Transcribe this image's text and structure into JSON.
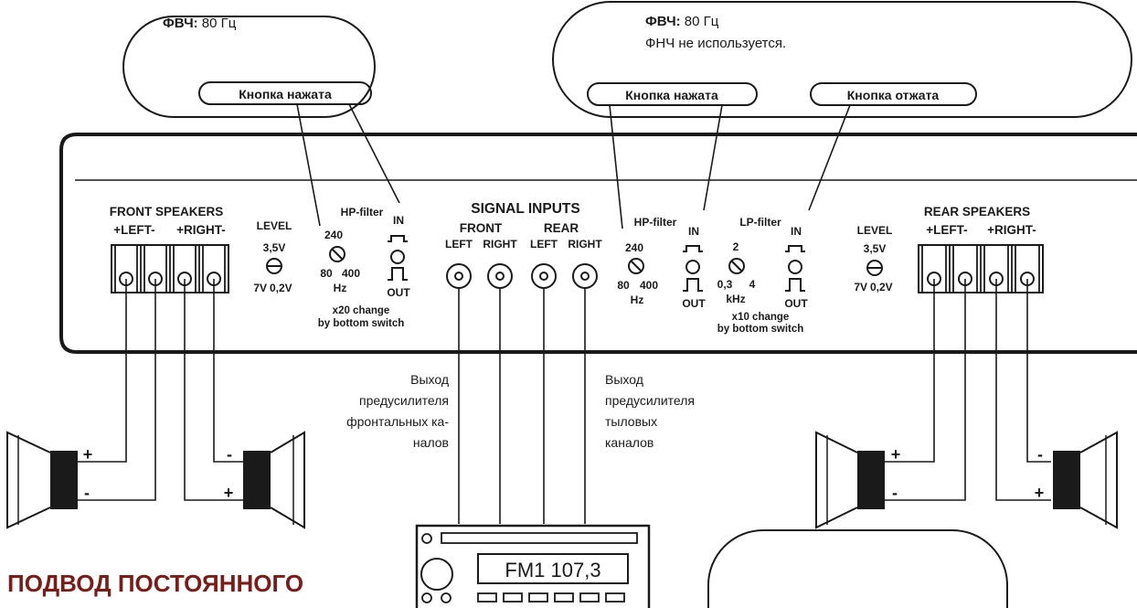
{
  "callouts": {
    "left_cloud": {
      "label_bold": "ФВЧ:",
      "label_rest": " 80 Гц",
      "button": "Кнопка нажата"
    },
    "right_cloud": {
      "label_bold": "ФВЧ:",
      "label_rest": " 80 Гц",
      "line2": "ФНЧ не используется.",
      "button1": "Кнопка нажата",
      "button2": "Кнопка отжата"
    }
  },
  "panel": {
    "front_speakers": {
      "title": "FRONT SPEAKERS",
      "left": "+LEFT-",
      "right": "+RIGHT-"
    },
    "rear_speakers": {
      "title": "REAR SPEAKERS",
      "left": "+LEFT-",
      "right": "+RIGHT-"
    },
    "level_left": {
      "title": "LEVEL",
      "top": "3,5V",
      "bottom_left": "7V",
      "bottom_right": "0,2V"
    },
    "level_right": {
      "title": "LEVEL",
      "top": "3,5V",
      "bottom_left": "7V",
      "bottom_right": "0,2V"
    },
    "hp_filter_left": {
      "title": "HP-filter",
      "top": "240",
      "bl": "80",
      "br": "400",
      "unit": "Hz",
      "in": "IN",
      "out": "OUT",
      "note1": "x20 change",
      "note2": "by bottom switch"
    },
    "signal_inputs": {
      "title": "SIGNAL INPUTS",
      "front": "FRONT",
      "rear": "REAR",
      "labels": [
        "LEFT",
        "RIGHT",
        "LEFT",
        "RIGHT"
      ]
    },
    "hp_filter_right": {
      "title": "HP-filter",
      "top": "240",
      "bl": "80",
      "br": "400",
      "unit": "Hz",
      "in": "IN",
      "out": "OUT"
    },
    "lp_filter": {
      "title": "LP-filter",
      "top": "2",
      "bl": "0,3",
      "br": "4",
      "unit": "kHz",
      "in": "IN",
      "out": "OUT",
      "note1": "x10 change",
      "note2": "by bottom switch"
    }
  },
  "annotations": {
    "front_out": [
      "Выход",
      "предусилителя",
      "фронтальных ка-",
      "налов"
    ],
    "rear_out": [
      "Выход",
      "предусилителя",
      "тыловых",
      "каналов"
    ]
  },
  "speaker_signs": {
    "plus": "+",
    "minus": "-"
  },
  "head_unit": {
    "display": "FM1 107,3"
  },
  "heading": "ПОДВОД ПОСТОЯННОГО",
  "colors": {
    "ink": "#1a1a1a",
    "heading": "#7a1c18"
  }
}
